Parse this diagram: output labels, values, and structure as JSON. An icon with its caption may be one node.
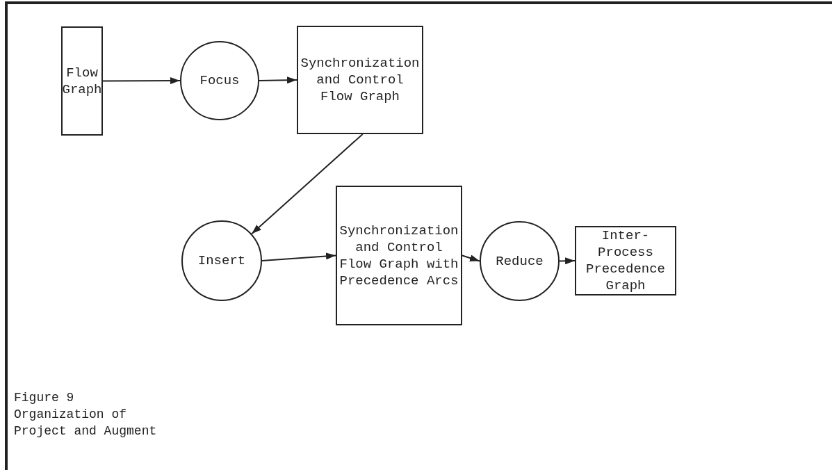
{
  "diagram": {
    "caption": "Figure 9 Organization of Project and Augment",
    "nodes": [
      {
        "text": [
          "Flow Graph"
        ]
      },
      {
        "text": [
          "Focus"
        ]
      },
      {
        "text": [
          "Synchronization and Control Flow Graph"
        ]
      },
      {
        "text": [
          "Insert"
        ]
      },
      {
        "text": [
          "Synchronization and Control Flow Graph with Precedence Arcs"
        ]
      },
      {
        "text": [
          "Reduce"
        ]
      },
      {
        "text": [
          "Inter- Process Precedence Graph"
        ]
      }
    ],
    "edges": [
      {
        "from": 0,
        "to": 1,
        "arrow": "to"
      },
      {
        "from": 1,
        "to": 2,
        "arrow": "to"
      },
      {
        "from": 2,
        "to": 3,
        "arrow": "to"
      },
      {
        "from": 3,
        "to": 4,
        "arrow": "to"
      },
      {
        "from": 4,
        "to": 5,
        "arrow": "to"
      },
      {
        "from": 5,
        "to": 6,
        "arrow": "to"
      }
    ]
  }
}
